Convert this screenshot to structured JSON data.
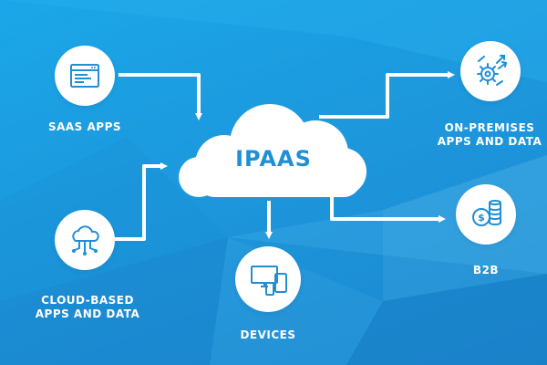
{
  "colors": {
    "background": "#1d98dd",
    "accent": "#1f8fd6",
    "node_fill": "#ffffff",
    "arrow": "#ffffff"
  },
  "center": {
    "label": "IPAAS",
    "icon": "cloud-icon"
  },
  "nodes": [
    {
      "id": "saas",
      "icon": "browser-window-icon",
      "lines": [
        "SAAS APPS"
      ]
    },
    {
      "id": "cloud-based",
      "icon": "cloud-network-icon",
      "lines": [
        "CLOUD-BASED",
        "APPS AND DATA"
      ]
    },
    {
      "id": "on-premises",
      "icon": "gear-arrows-icon",
      "lines": [
        "ON-PREMISES",
        "APPS AND DATA"
      ]
    },
    {
      "id": "b2b",
      "icon": "coin-stack-icon",
      "lines": [
        "B2B"
      ]
    },
    {
      "id": "devices",
      "icon": "devices-icon",
      "lines": [
        "DEVICES"
      ]
    }
  ]
}
